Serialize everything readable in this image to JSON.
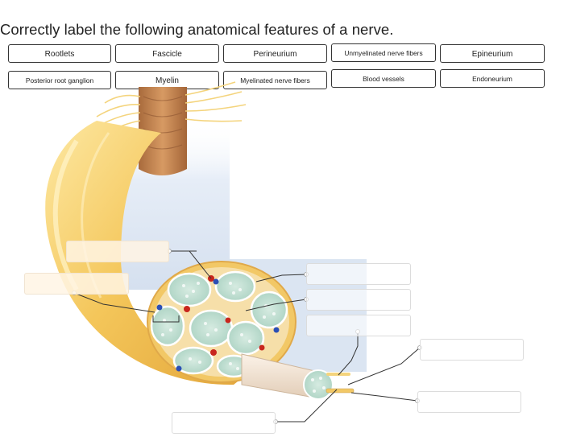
{
  "question": {
    "title": "Correctly label the following anatomical features of a nerve."
  },
  "label_bank": [
    "Rootlets",
    "Fascicle",
    "Perineurium",
    "Unmyelinated nerve fibers",
    "Epineurium",
    "Posterior root ganglion",
    "Myelin",
    "Myelinated nerve fibers",
    "Blood vessels",
    "Endoneurium"
  ],
  "drop_zones": [
    "",
    "",
    "",
    "",
    "",
    "",
    "",
    "",
    "",
    ""
  ],
  "colors": {
    "nerve_yellow": "#f3c65d",
    "nerve_light": "#fbe7a8",
    "spinal_cord": "#c98a55",
    "blood_vessel_red": "#c8261d",
    "blood_vessel_blue": "#2b4fb5",
    "fiber_teal": "#b7d9cc",
    "panel_blue": "#dfe8f5"
  }
}
